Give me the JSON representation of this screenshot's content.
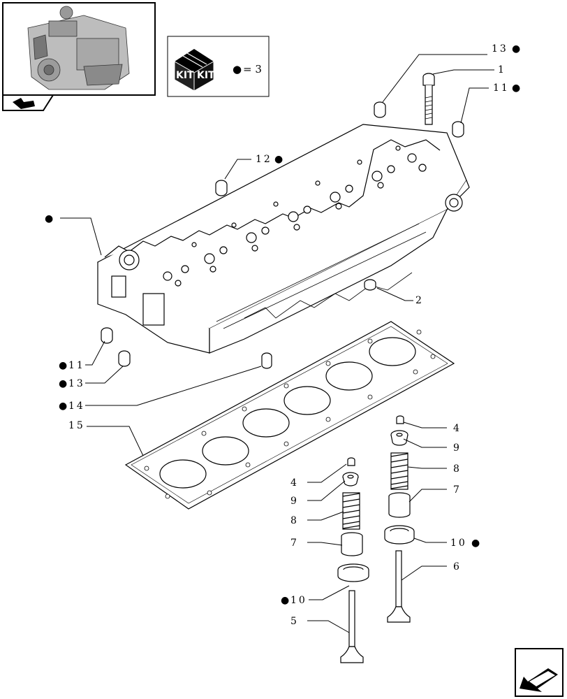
{
  "thumbnail": {
    "icon": "engine-thumbnail-icon",
    "nav_icon": "prev-page-arrow-icon"
  },
  "kit_box": {
    "kit_label_1": "KIT",
    "kit_label_2": "KIT",
    "marker_symbol": "●",
    "marker_text": "= 3"
  },
  "callouts": {
    "c1": "1",
    "c2": "2",
    "c4a": "4",
    "c4b": "4",
    "c5": "5",
    "c6": "6",
    "c7a": "7",
    "c7b": "7",
    "c8a": "8",
    "c8b": "8",
    "c9a": "9",
    "c9b": "9",
    "c10a": "10",
    "c10b": "10",
    "c11a": "11",
    "c11b": "11",
    "c12": "12",
    "c13a": "13",
    "c13b": "13",
    "c14": "14",
    "c15": "15"
  },
  "marker": "●",
  "nav": {
    "next_icon": "next-page-arrow-icon"
  }
}
